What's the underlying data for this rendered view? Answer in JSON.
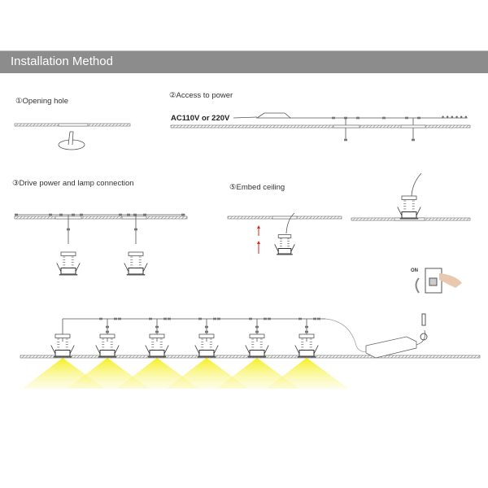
{
  "header": {
    "title": "Installation Method"
  },
  "steps": {
    "step1": "①Opening hole",
    "step2": "②Access to power",
    "step2_voltage": "AC110V or 220V",
    "step3": "③Drive power and lamp connection",
    "step5": "⑤Embed ceiling",
    "switch_on": "ON"
  },
  "colors": {
    "header": "#8c8c8c",
    "light": "#f5ef1e",
    "arrow": "#d9261c"
  }
}
